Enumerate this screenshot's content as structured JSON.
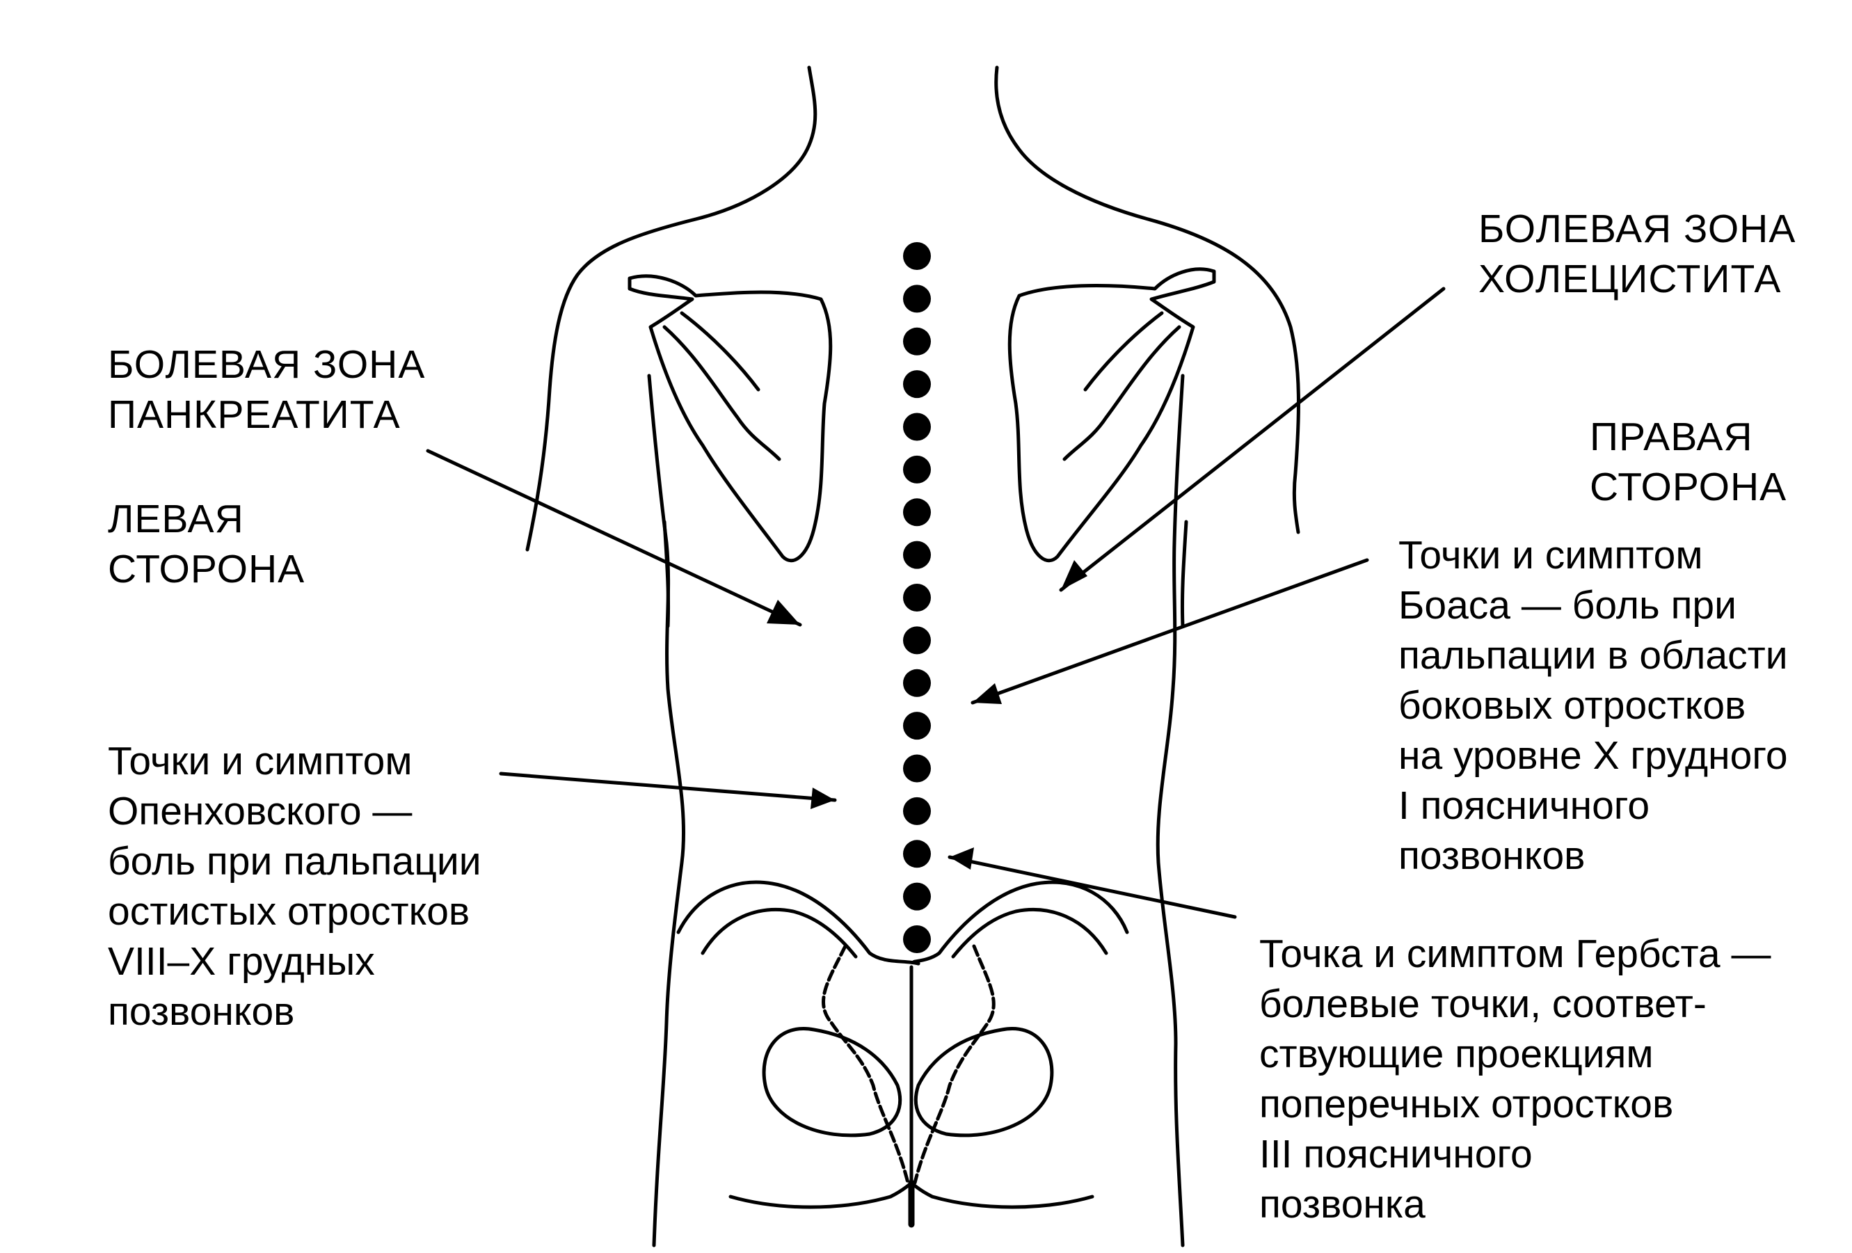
{
  "colors": {
    "ink": "#000000",
    "paper": "#ffffff"
  },
  "labels": {
    "pancreatitis_zone": [
      "БОЛЕВАЯ ЗОНА",
      "ПАНКРЕАТИТА"
    ],
    "left_side": [
      "ЛЕВАЯ",
      "СТОРОНА"
    ],
    "cholecystitis_zone": [
      "БОЛЕВАЯ ЗОНА",
      "ХОЛЕЦИСТИТА"
    ],
    "right_side": [
      "ПРАВАЯ",
      "СТОРОНА"
    ],
    "boas": [
      "Точки и симптом",
      "Боаса — боль при",
      "пальпации в области",
      "боковых отростков",
      "на уровне X грудного",
      "I поясничного",
      "позвонков"
    ],
    "openkhovsky": [
      "Точки и симптом",
      "Опенховского —",
      "боль при пальпации",
      "остистых отростков",
      "VIII–X грудных",
      "позвонков"
    ],
    "herbst": [
      "Точка и симптом Гербста —",
      "болевые точки, соответ-",
      "ствующие проекциям",
      "поперечных отростков",
      "III поясничного",
      "позвонка"
    ]
  },
  "spine": {
    "marker_count": 17
  }
}
